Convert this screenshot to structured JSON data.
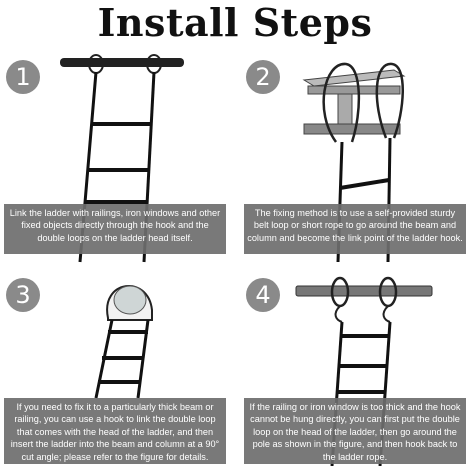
{
  "title": "Install Steps",
  "steps": [
    {
      "number": "1",
      "text": "Link the ladder with railings, iron windows and other fixed objects directly through the hook and the double loops on the ladder head itself."
    },
    {
      "number": "2",
      "text": "The fixing method is to use a self-provided sturdy belt loop or short rope to go around the beam and column and become the link point of the ladder hook."
    },
    {
      "number": "3",
      "text": "If you need to fix it to a particularly thick beam or railing, you can use a hook to link the double loop that comes with the head of the ladder, and then insert the ladder into the beam and column at a 90° cut angle; please refer to the figure for details."
    },
    {
      "number": "4",
      "text": "If the railing or iron window is too thick and the hook cannot be hung directly, you can first put the double loop on the head of the ladder, then go around the pole as shown in the figure, and then hook back to the ladder rope."
    }
  ],
  "colors": {
    "badge": "#8a8a8a",
    "caption_bg": "#6e6e6e",
    "caption_text": "#ffffff",
    "ink": "#111111"
  }
}
